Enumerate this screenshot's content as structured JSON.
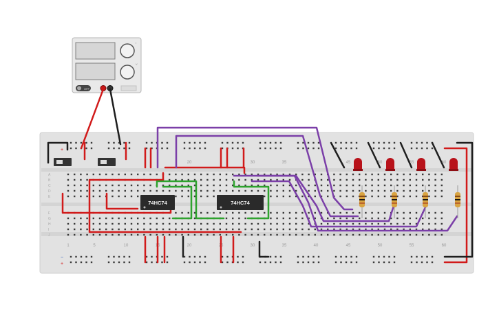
{
  "power_supply": {
    "mode_label": "OFF",
    "knob_labels": [
      "I",
      "V"
    ]
  },
  "breadboard": {
    "column_numbers": [
      "1",
      "5",
      "10",
      "15",
      "20",
      "25",
      "30",
      "35",
      "40",
      "45",
      "50",
      "55",
      "60"
    ],
    "row_letters_top": [
      "A",
      "B",
      "C",
      "D",
      "E"
    ],
    "row_letters_bottom": [
      "F",
      "G",
      "H",
      "I",
      "J"
    ],
    "rail_plus": "+",
    "rail_minus": "−"
  },
  "chips": [
    {
      "label": "74HC74"
    },
    {
      "label": "74HC74"
    }
  ],
  "colors": {
    "red_wire": "#d11a1a",
    "black_wire": "#1e1e1e",
    "green_wire": "#2ea32e",
    "purple_wire": "#7b3fa8",
    "board": "#e2e2e2",
    "hole": "#3a3a3a",
    "led": "#b8121a",
    "resistor": "#d9a441"
  }
}
